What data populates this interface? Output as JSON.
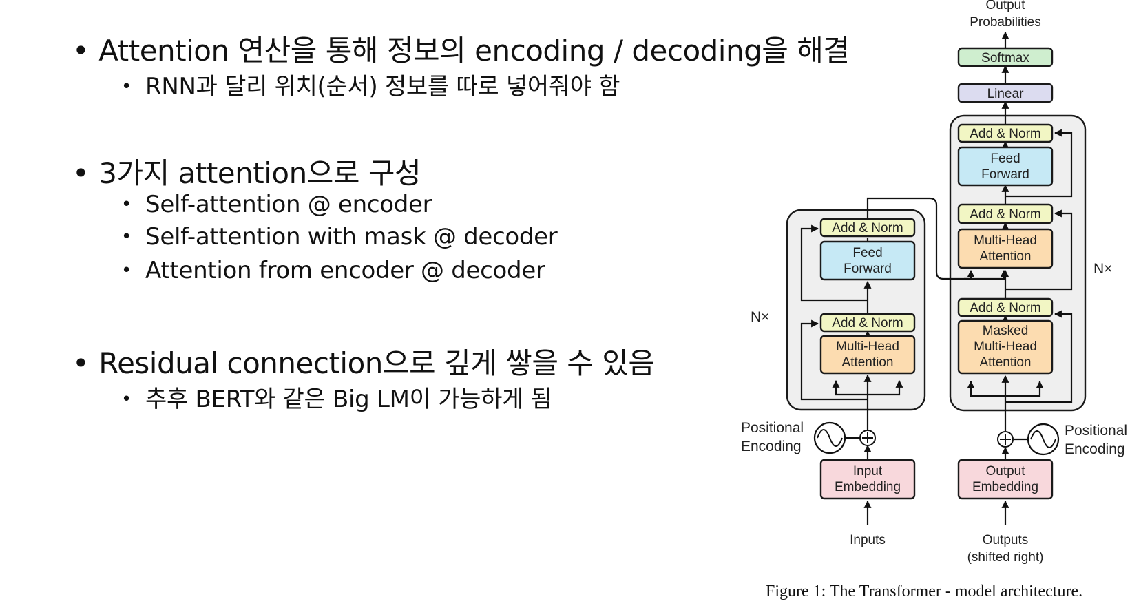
{
  "bullets": [
    {
      "text": "Attention 연산을 통해 정보의 encoding / decoding을 해결",
      "subs": [
        "RNN과 달리 위치(순서) 정보를 따로 넣어줘야 함"
      ]
    },
    {
      "text": "3가지 attention으로 구성",
      "subs": [
        "Self-attention @ encoder",
        "Self-attention with mask @ decoder",
        "Attention from encoder @ decoder"
      ]
    },
    {
      "text": "Residual connection으로 깊게 쌓을 수 있음",
      "subs": [
        "추후 BERT와 같은 Big LM이 가능하게 됨"
      ]
    }
  ],
  "diagram": {
    "output_probabilities": [
      "Output",
      "Probabilities"
    ],
    "softmax": "Softmax",
    "linear": "Linear",
    "add_norm": "Add & Norm",
    "feed_forward": [
      "Feed",
      "Forward"
    ],
    "multi_head_attention": [
      "Multi-Head",
      "Attention"
    ],
    "masked_multi_head_attention": [
      "Masked",
      "Multi-Head",
      "Attention"
    ],
    "nx": "N×",
    "positional_encoding": [
      "Positional",
      "Encoding"
    ],
    "input_embedding": [
      "Input",
      "Embedding"
    ],
    "output_embedding": [
      "Output",
      "Embedding"
    ],
    "inputs": "Inputs",
    "outputs": [
      "Outputs",
      "(shifted right)"
    ],
    "caption": "Figure 1: The Transformer - model architecture.",
    "colors": {
      "add_norm": "#f2f6c4",
      "feed_forward": "#c6e9f5",
      "attention": "#fcdcb0",
      "embedding": "#f8d8dc",
      "linear": "#dcdcf0",
      "softmax": "#cfeecf",
      "block": "#efefef"
    }
  }
}
